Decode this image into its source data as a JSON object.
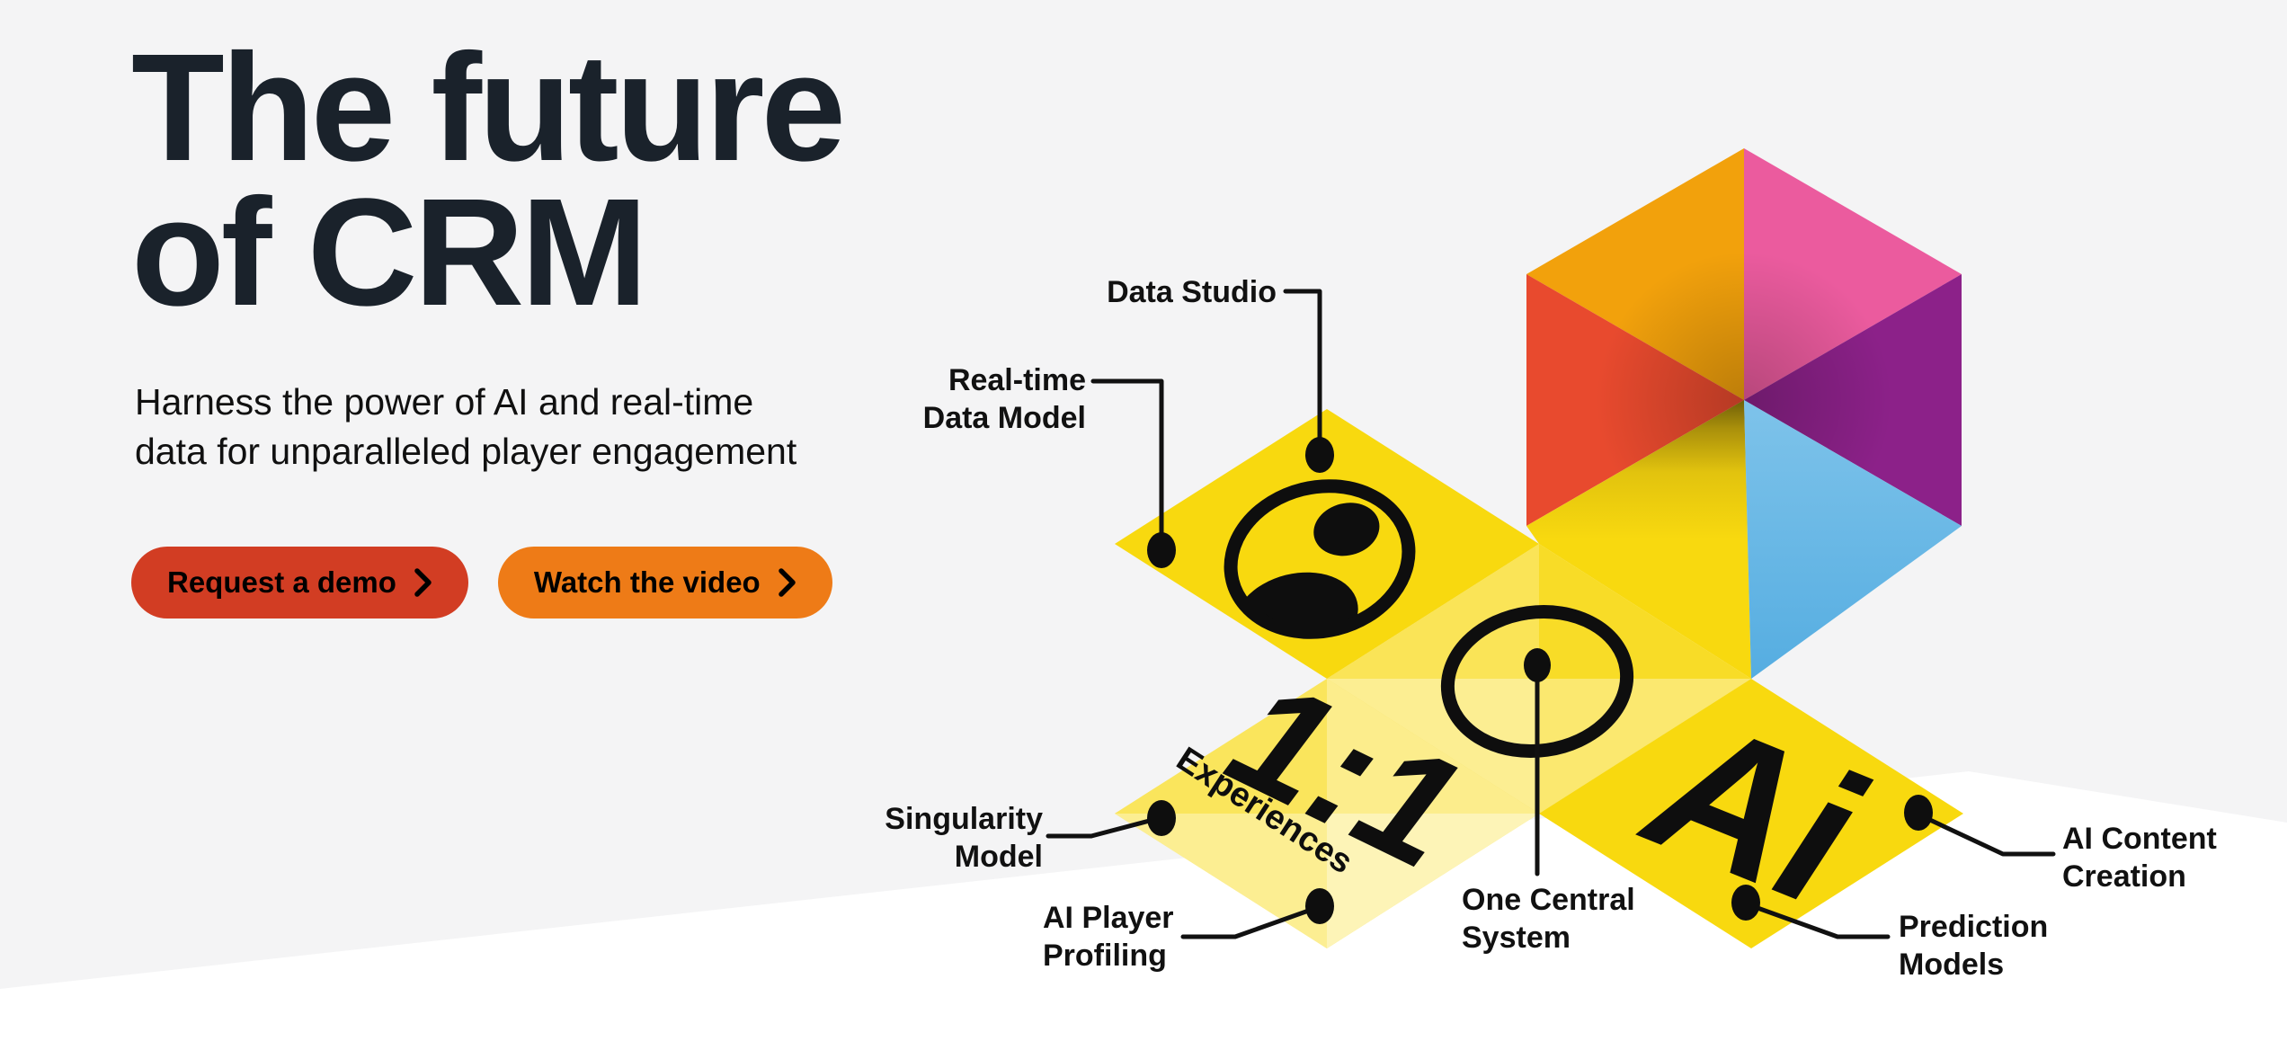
{
  "page": {
    "background_color": "#F4F4F5",
    "wedge_color": "#FFFFFF"
  },
  "hero": {
    "title": {
      "line1": "The future",
      "line2": "of CRM"
    },
    "subtitle": {
      "line1": "Harness the power of AI and real-time",
      "line2": "data for unparalleled player engagement"
    },
    "buttons": [
      {
        "label": "Request a demo",
        "color": "#D23D23",
        "icon": "chevron-right-icon"
      },
      {
        "label": "Watch the video",
        "color": "#EE7B17",
        "icon": "chevron-right-icon"
      }
    ],
    "text_colors": {
      "title": "#1A222B",
      "subtitle": "#101010",
      "button_label": "#000000"
    }
  },
  "illustration": {
    "colors": {
      "tile_yellow": "#F8D90F",
      "tile_pale_yellow": "#FAE268",
      "cube_orange": "#F2A10C",
      "cube_pink": "#EB5B9E",
      "cube_red": "#E84A2E",
      "cube_purple": "#8C2189",
      "cube_blue": "#5FB3E4",
      "icon_ink": "#0E0E0E",
      "connector_ink": "#111111"
    },
    "icons": [
      {
        "name": "user-avatar-icon",
        "tile": "Real-time Data Model"
      },
      {
        "name": "target-dot-icon",
        "tile": "One Central System"
      }
    ],
    "tile_texts": {
      "experiences_number": "1:1",
      "experiences_word": "Experiences",
      "ai": "Ai"
    },
    "labels": {
      "data_studio": {
        "line1": "Data Studio"
      },
      "realtime": {
        "line1": "Real-time",
        "line2": "Data Model"
      },
      "singularity": {
        "line1": "Singularity",
        "line2": "Model"
      },
      "player_profiling": {
        "line1": "AI Player",
        "line2": "Profiling"
      },
      "one_central": {
        "line1": "One Central",
        "line2": "System"
      },
      "prediction": {
        "line1": "Prediction",
        "line2": "Models"
      },
      "ai_content": {
        "line1": "AI Content",
        "line2": "Creation"
      }
    }
  }
}
